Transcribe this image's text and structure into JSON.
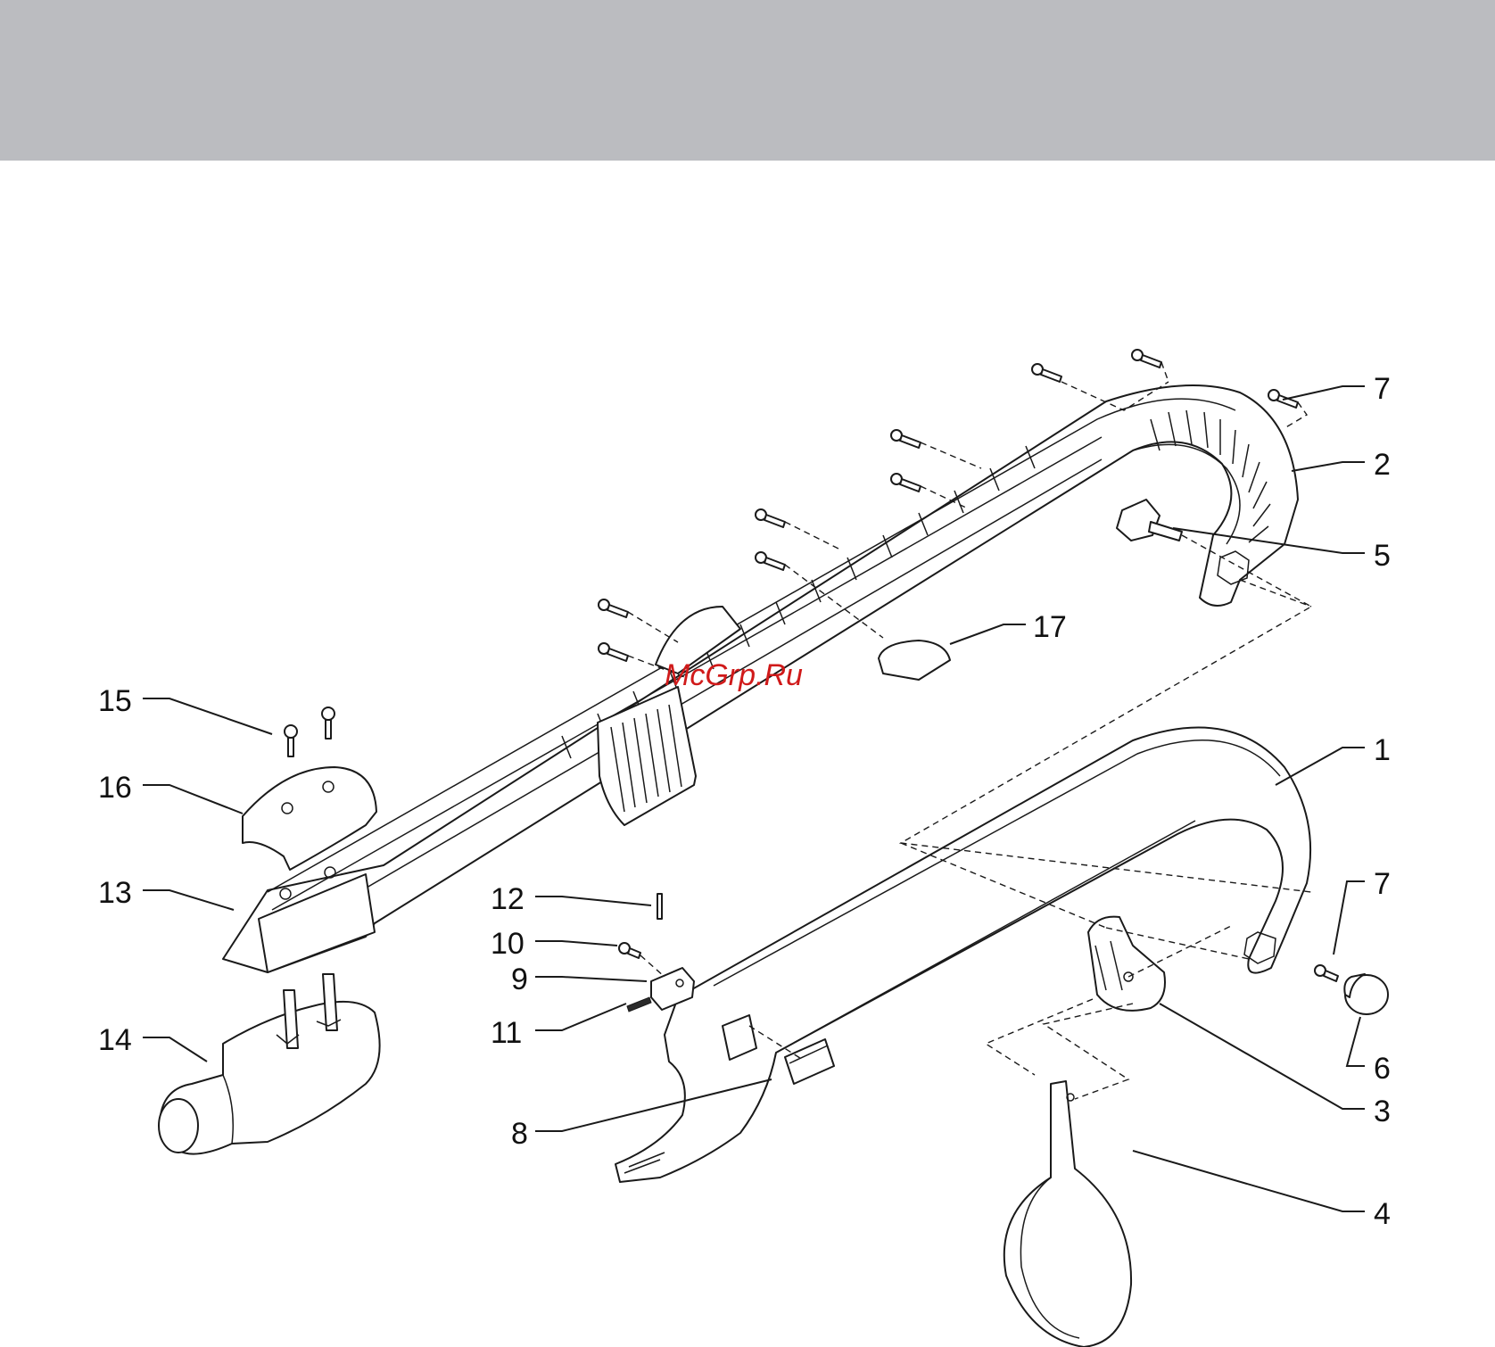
{
  "watermark": "McGrp.Ru",
  "callouts": {
    "c1": "1",
    "c2": "2",
    "c3": "3",
    "c4": "4",
    "c5": "5",
    "c6": "6",
    "c7a": "7",
    "c7b": "7",
    "c8": "8",
    "c9": "9",
    "c10": "10",
    "c11": "11",
    "c12": "12",
    "c13": "13",
    "c14": "14",
    "c15": "15",
    "c16": "16",
    "c17": "17"
  },
  "colors": {
    "header_band": "#bbbcc0",
    "line": "#1a1a1a",
    "watermark": "#d01a1a"
  }
}
